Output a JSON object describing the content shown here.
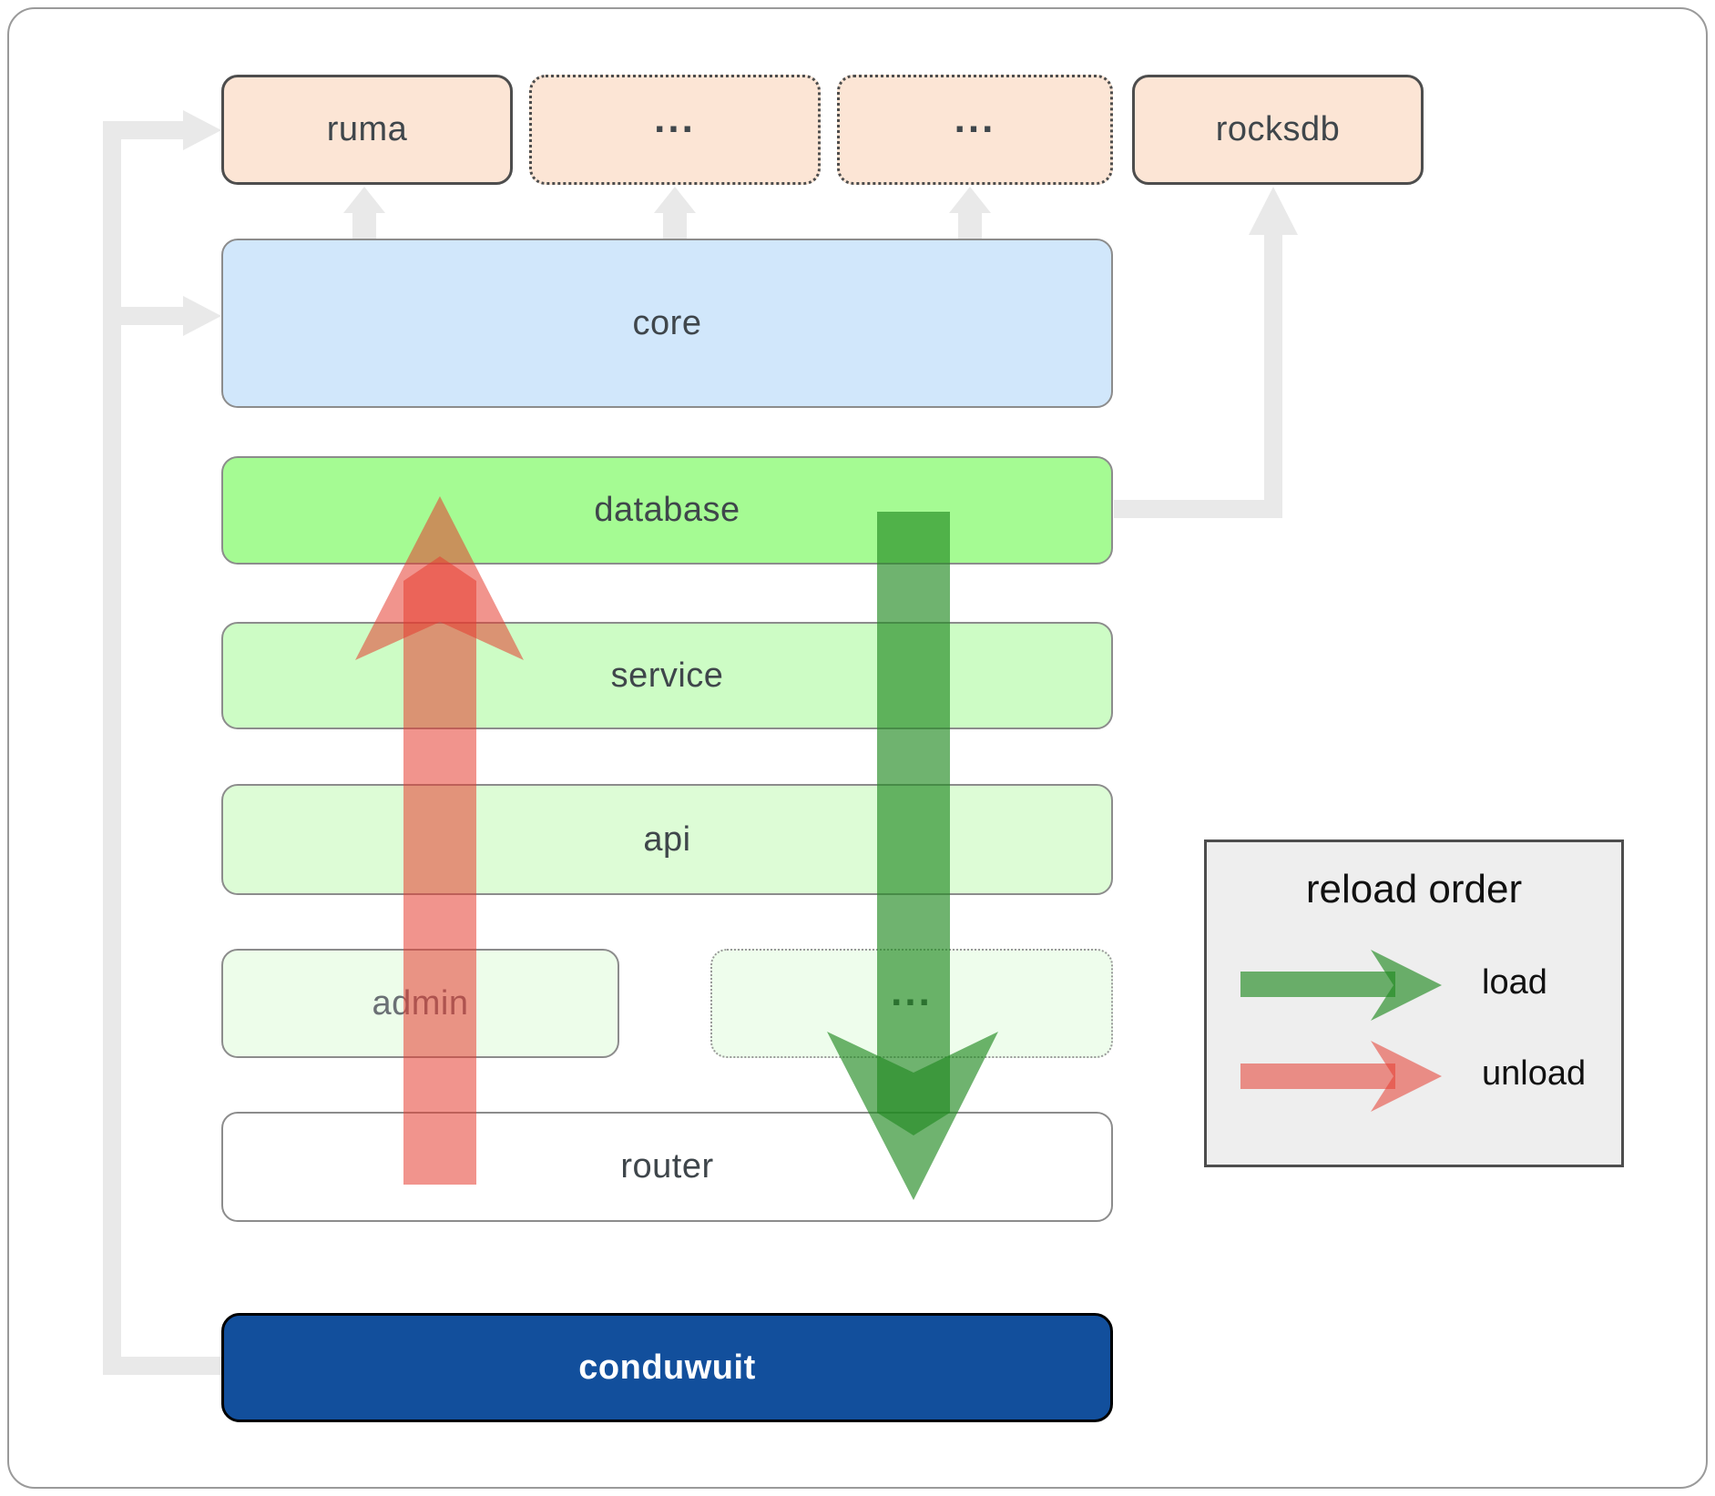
{
  "boxes": {
    "ruma": {
      "label": "ruma"
    },
    "dep1": {
      "label": "..."
    },
    "dep2": {
      "label": "..."
    },
    "rocksdb": {
      "label": "rocksdb"
    },
    "core": {
      "label": "core"
    },
    "database": {
      "label": "database"
    },
    "service": {
      "label": "service"
    },
    "api": {
      "label": "api"
    },
    "admin": {
      "label": "admin"
    },
    "more": {
      "label": "..."
    },
    "router": {
      "label": "router"
    },
    "conduwuit": {
      "label": "conduwuit"
    }
  },
  "legend": {
    "title": "reload order",
    "load_label": "load",
    "unload_label": "unload"
  },
  "colors": {
    "dependency_fill": "#fce5d5",
    "core_fill": "#d1e7fb",
    "database_fill": "#a5fb93",
    "service_fill": "#cdfcc5",
    "api_fill": "#ddfcd6",
    "admin_fill": "#edfdea",
    "conduwuit_fill": "#124f9c",
    "load_arrow": "#228B22",
    "unload_arrow": "#e63c30",
    "connector": "#e9e9e9",
    "legend_bg": "#eeeeee"
  }
}
